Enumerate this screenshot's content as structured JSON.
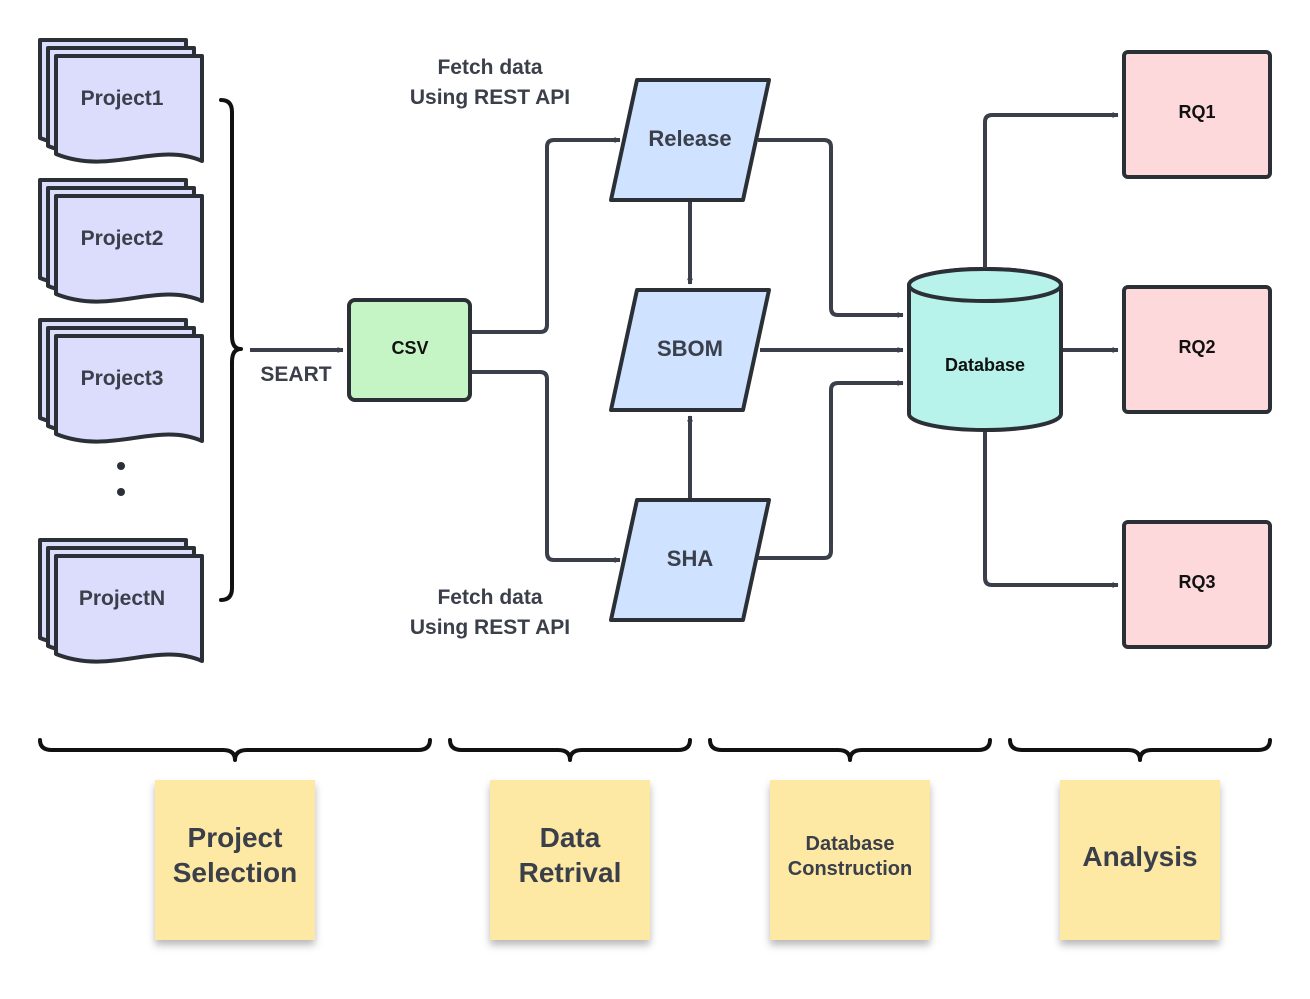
{
  "projects": [
    "Project1",
    "Project2",
    "Project3",
    "ProjectN"
  ],
  "seart_label": "SEART",
  "csv_label": "CSV",
  "fetch_top": {
    "line1": "Fetch data",
    "line2": "Using REST API"
  },
  "fetch_bottom": {
    "line1": "Fetch data",
    "line2": "Using REST API"
  },
  "release_label": "Release",
  "sbom_label": "SBOM",
  "sha_label": "SHA",
  "database_label": "Database",
  "rq_labels": [
    "RQ1",
    "RQ2",
    "RQ3"
  ],
  "stages": [
    {
      "lines": [
        "Project",
        "Selection"
      ]
    },
    {
      "lines": [
        "Data",
        "Retrival"
      ]
    },
    {
      "lines": [
        "Database",
        "Construction"
      ]
    },
    {
      "lines": [
        "Analysis"
      ]
    }
  ],
  "colors": {
    "document": "#dcdcfc",
    "csv": "#c5f5c5",
    "data_node": "#cfe2ff",
    "database": "#b7f2eb",
    "rq": "#fdd9db",
    "sticky": "#fde9a4"
  }
}
